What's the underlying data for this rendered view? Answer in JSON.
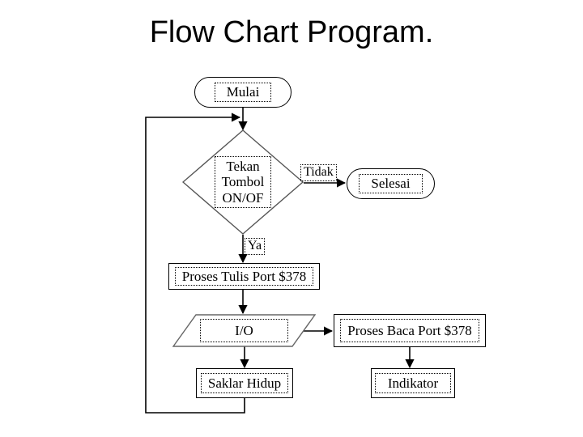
{
  "slide": {
    "title": "Flow Chart Program.",
    "background_color": "#ffffff",
    "ink_color": "#000000"
  },
  "diagram": {
    "type": "flowchart",
    "language": "Indonesian",
    "nodes": [
      {
        "id": "mulai",
        "label": "Mulai",
        "shape": "terminator"
      },
      {
        "id": "decision",
        "label": "Tekan\nTombol\nON/OF",
        "shape": "decision",
        "lines": [
          "Tekan",
          "Tombol",
          "ON/OF"
        ]
      },
      {
        "id": "selesai",
        "label": "Selesai",
        "shape": "terminator"
      },
      {
        "id": "proses_tulis",
        "label": "Proses Tulis Port $378",
        "shape": "process"
      },
      {
        "id": "io",
        "label": "I/O",
        "shape": "parallelogram"
      },
      {
        "id": "proses_baca",
        "label": "Proses Baca Port $378",
        "shape": "process"
      },
      {
        "id": "saklar",
        "label": "Saklar Hidup",
        "shape": "process"
      },
      {
        "id": "indikator",
        "label": "Indikator",
        "shape": "process"
      }
    ],
    "branch_labels": [
      {
        "id": "tidak",
        "label": "Tidak",
        "from": "decision",
        "to": "selesai"
      },
      {
        "id": "ya",
        "label": "Ya",
        "from": "decision",
        "to": "proses_tulis"
      }
    ],
    "edges": [
      {
        "from": "mulai",
        "to": "decision"
      },
      {
        "from": "decision",
        "to": "selesai",
        "label": "Tidak"
      },
      {
        "from": "decision",
        "to": "proses_tulis",
        "label": "Ya"
      },
      {
        "from": "proses_tulis",
        "to": "io"
      },
      {
        "from": "io",
        "to": "proses_baca"
      },
      {
        "from": "io",
        "to": "saklar"
      },
      {
        "from": "proses_baca",
        "to": "indikator"
      },
      {
        "from": "saklar",
        "to": "decision",
        "kind": "loop-back"
      }
    ]
  }
}
